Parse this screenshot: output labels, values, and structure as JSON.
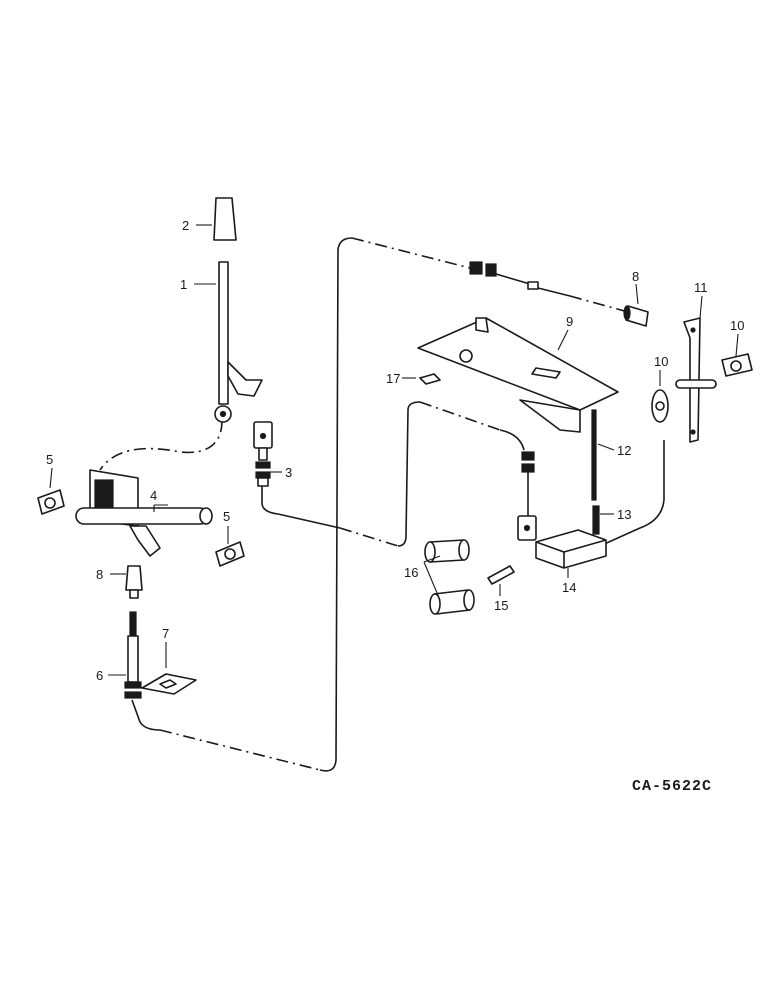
{
  "diagram": {
    "code": "CA-5622C",
    "callouts": [
      "1",
      "2",
      "3",
      "4",
      "5",
      "5",
      "6",
      "7",
      "8",
      "8",
      "9",
      "10",
      "10",
      "11",
      "12",
      "13",
      "14",
      "15",
      "16",
      "17"
    ]
  }
}
